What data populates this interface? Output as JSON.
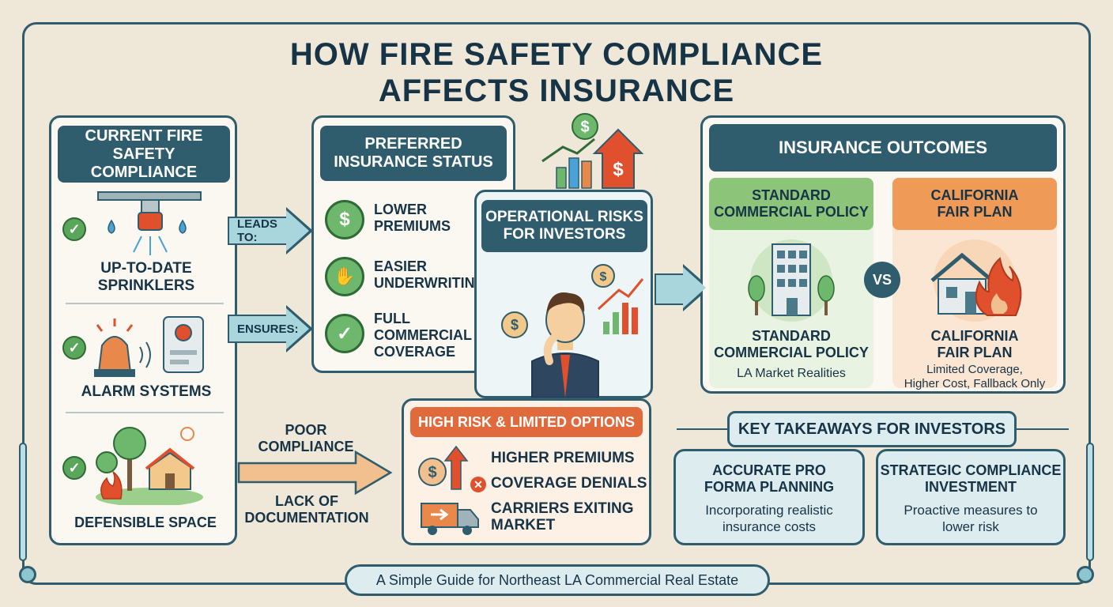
{
  "title": {
    "line1": "HOW FIRE SAFETY COMPLIANCE",
    "line2": "AFFECTS INSURANCE"
  },
  "compliance": {
    "header_line1": "Current Fire",
    "header_line2": "Safety Compliance",
    "items": [
      {
        "line1": "Up-to-Date",
        "line2": "Sprinklers"
      },
      {
        "line1": "Alarm Systems",
        "line2": ""
      },
      {
        "line1": "Defensible Space",
        "line2": ""
      }
    ]
  },
  "arrows": {
    "leads_to": "LEADS TO:",
    "ensures": "ENSURES:",
    "poor_line1": "POOR",
    "poor_line2": "COMPLIANCE",
    "lack_line1": "LACK OF",
    "lack_line2": "DOCUMENTATION"
  },
  "preferred": {
    "header_line1": "Preferred",
    "header_line2": "Insurance Status",
    "items": [
      {
        "line1": "Lower",
        "line2": "Premiums",
        "line3": ""
      },
      {
        "line1": "Easier",
        "line2": "Underwriting",
        "line3": ""
      },
      {
        "line1": "Full",
        "line2": "Commercial",
        "line3": "Coverage"
      }
    ]
  },
  "operational": {
    "header_line1": "Operational Risks",
    "header_line2": "for Investors"
  },
  "high_risk": {
    "header": "HIGH RISK & LIMITED OPTIONS",
    "items": [
      {
        "line1": "Higher Premiums",
        "line2": ""
      },
      {
        "line1": "Coverage Denials",
        "line2": ""
      },
      {
        "line1": "Carriers Exiting",
        "line2": "Market"
      }
    ]
  },
  "outcomes": {
    "header": "INSURANCE OUTCOMES",
    "vs": "VS",
    "standard": {
      "head1": "Standard",
      "head2": "Commercial Policy",
      "title1": "Standard",
      "title2": "Commercial Policy",
      "desc1": "LA Market Realities",
      "desc2": ""
    },
    "fair": {
      "head1": "California",
      "head2": "Fair Plan",
      "title1": "California",
      "title2": "Fair Plan",
      "desc1": "Limited Coverage,",
      "desc2": "Higher Cost, Fallback Only"
    }
  },
  "takeaways": {
    "header": "KEY TAKEAWAYS FOR INVESTORS",
    "cards": [
      {
        "title1": "Accurate Pro",
        "title2": "Forma Planning",
        "desc1": "Incorporating realistic",
        "desc2": "insurance costs"
      },
      {
        "title1": "Strategic Compliance",
        "title2": "Investment",
        "desc1": "Proactive measures to",
        "desc2": "lower risk"
      }
    ]
  },
  "footer": "A Simple Guide for Northeast LA Commercial Real Estate",
  "colors": {
    "teal_dark": "#2f5d6e",
    "green": "#6db86d",
    "orange": "#e8884a",
    "red": "#e0502c"
  },
  "icons": [
    "sprinkler-icon",
    "alarm-icon",
    "house-tree-icon",
    "dollar-icon",
    "hand-icon",
    "shield-check-icon",
    "growth-chart-icon",
    "building-icon",
    "burning-house-icon",
    "delivery-truck-icon",
    "investor-figure"
  ]
}
